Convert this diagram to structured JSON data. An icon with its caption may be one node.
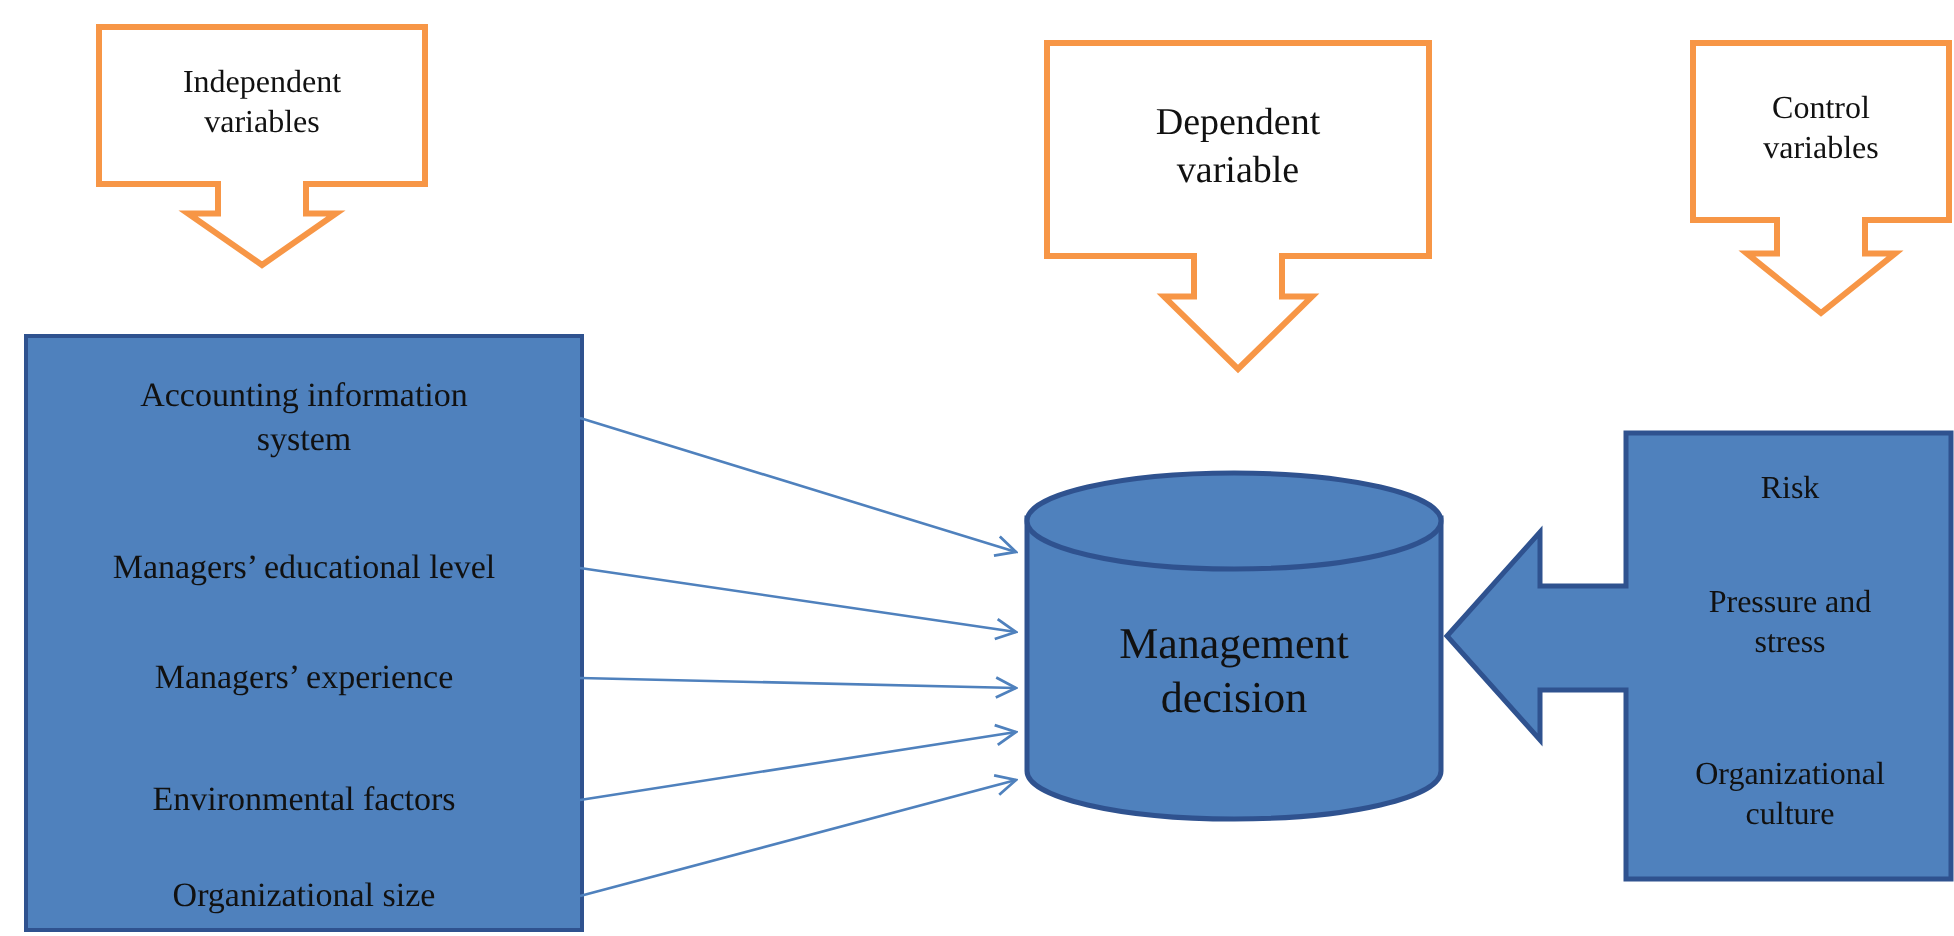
{
  "diagram": {
    "nodes": [
      {
        "text": [
          "Independent variables"
        ]
      },
      {
        "text": [
          "Dependent variable"
        ]
      },
      {
        "text": [
          "Control variables"
        ]
      },
      {
        "text": [],
        "shape": "box"
      },
      {
        "text": [
          "Accounting information system"
        ],
        "in": 3
      },
      {
        "text": [
          "Managers’ educational level"
        ],
        "in": 3
      },
      {
        "text": [
          "Managers’ experience"
        ],
        "in": 3
      },
      {
        "text": [
          "Environmental factors"
        ],
        "in": 3
      },
      {
        "text": [
          "Organizational size"
        ],
        "in": 3
      },
      {
        "text": [
          "Management decision"
        ]
      },
      {
        "text": [
          "Risk",
          "Pressure and stress",
          "Organizational culture"
        ]
      }
    ],
    "edges": [
      {
        "from": 4,
        "to": 9,
        "arrow": "to"
      },
      {
        "from": 5,
        "to": 9,
        "arrow": "to"
      },
      {
        "from": 6,
        "to": 9,
        "arrow": "to"
      },
      {
        "from": 7,
        "to": 9,
        "arrow": "to"
      },
      {
        "from": 8,
        "to": 9,
        "arrow": "to"
      }
    ]
  }
}
